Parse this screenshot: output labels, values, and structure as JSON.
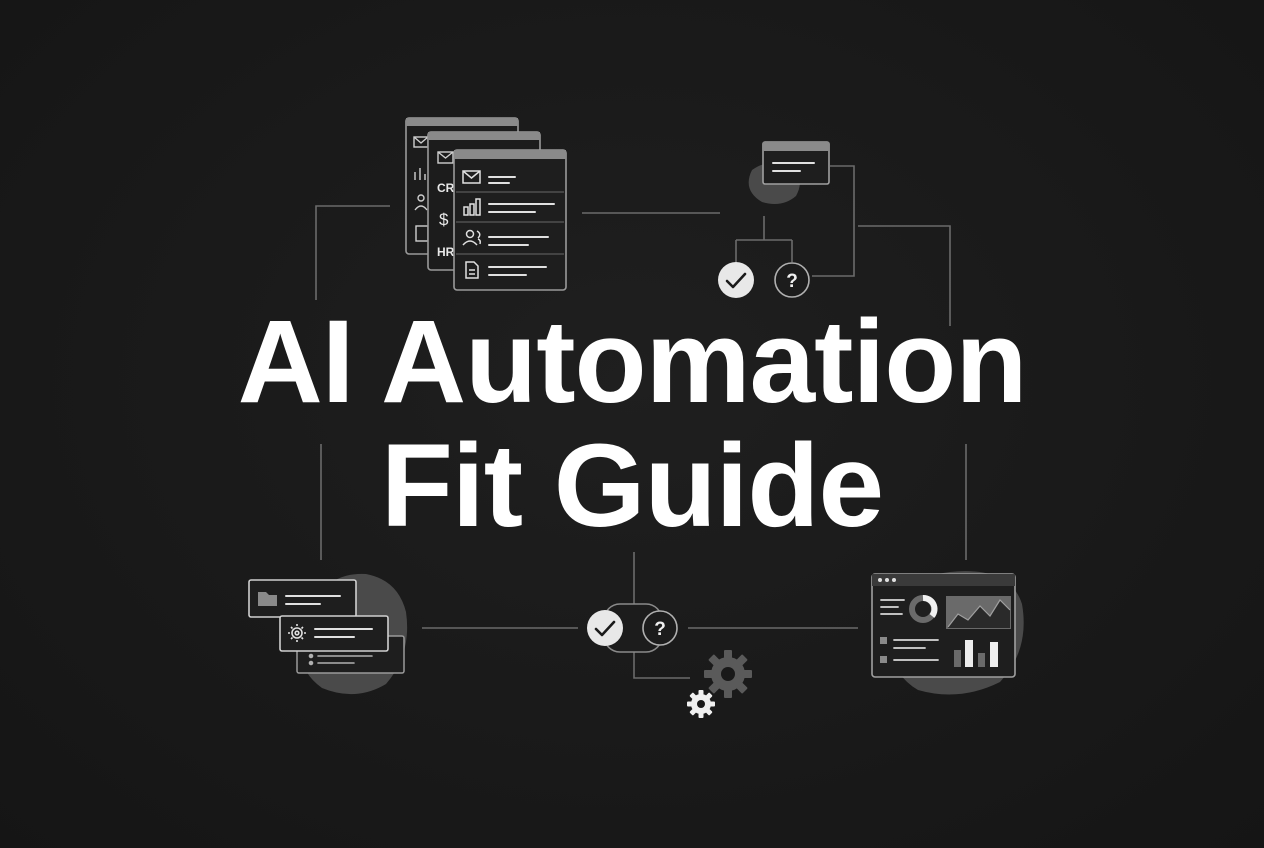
{
  "title": {
    "line1": "AI Automation",
    "line2": "Fit Guide"
  },
  "document_stack": {
    "back_label_1": "CR",
    "back_label_2": "HR",
    "back_symbol": "$",
    "front_rows": [
      "mail-icon",
      "bar-chart-icon",
      "users-icon",
      "document-icon"
    ]
  },
  "decision_glyphs": {
    "check": "✓",
    "question": "?"
  },
  "colors": {
    "background": "#191919",
    "line": "#6b6b6b",
    "card_border": "#9a9a9a",
    "card_fill": "#1e1e1e",
    "blob": "#4a4a4a",
    "title": "#ffffff",
    "check_fill": "#e8e8e8"
  }
}
